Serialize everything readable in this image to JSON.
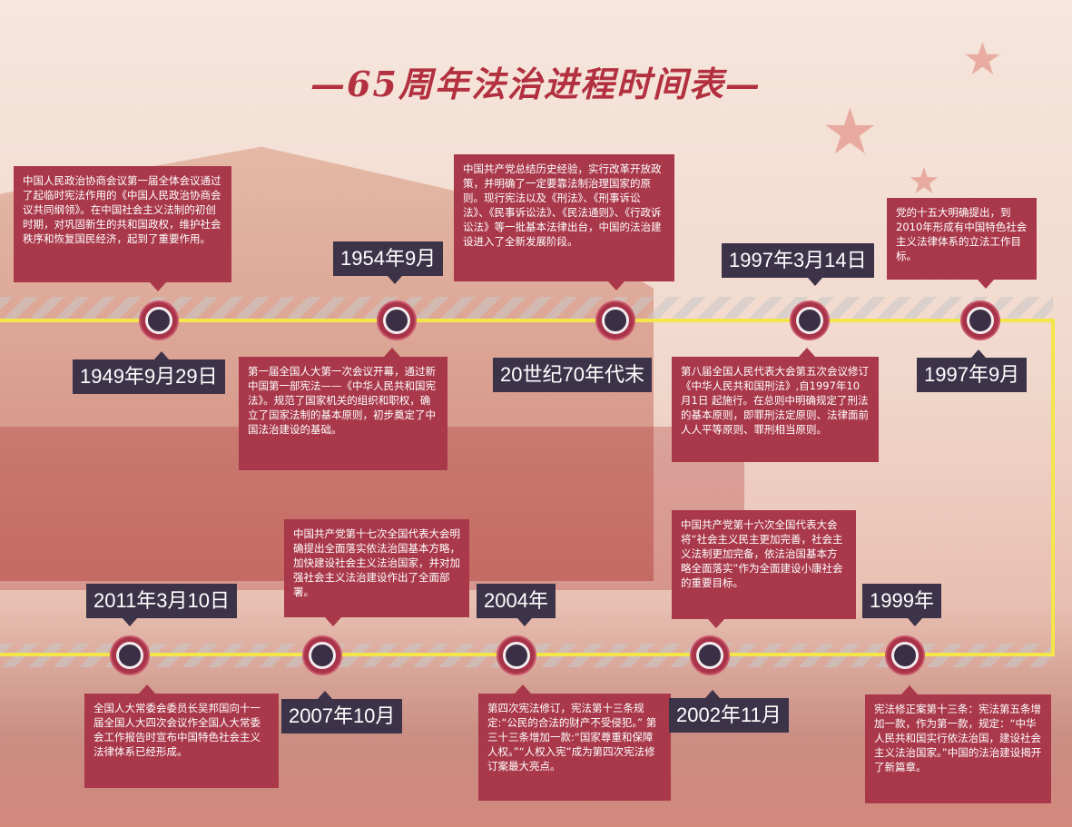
{
  "title": "—65周年法治进程时间表—",
  "colors": {
    "title": "#b2303f",
    "box": "#a9384a",
    "date": "#3c3349",
    "track": "#f4e64a"
  },
  "events": [
    {
      "date": "1949年9月29日",
      "text": "中国人民政治协商会议第一届全体会议通过了起临时宪法作用的《中国人民政治协商会议共同纲领》。在中国社会主义法制的初创时期，对巩固新生的共和国政权，维护社会秩序和恢复国民经济，起到了重要作用。"
    },
    {
      "date": "1954年9月",
      "text": "第一届全国人大第一次会议开幕，通过新中国第一部宪法——《中华人民共和国宪法》。规范了国家机关的组织和职权，确立了国家法制的基本原则，初步奠定了中国法治建设的基础。"
    },
    {
      "date": "20世纪70年代末",
      "text": "中国共产党总结历史经验，实行改革开放政策，并明确了一定要靠法制治理国家的原则。现行宪法以及《刑法》、《刑事诉讼法》、《民事诉讼法》、《民法通则》、《行政诉讼法》等一批基本法律出台，中国的法治建设进入了全新发展阶段。"
    },
    {
      "date": "1997年3月14日",
      "text": "第八届全国人民代表大会第五次会议修订《中华人民共和国刑法》,自1997年10月1日 起施行。在总则中明确规定了刑法的基本原则，即罪刑法定原则、法律面前人人平等原则、罪刑相当原则。"
    },
    {
      "date": "1997年9月",
      "text": "党的十五大明确提出，到2010年形成有中国特色社会主义法律体系的立法工作目标。"
    },
    {
      "date": "1999年",
      "text": "宪法修正案第十三条：宪法第五条增加一款，作为第一款，规定：“中华人民共和国实行依法治国，建设社会主义法治国家。”中国的法治建设揭开了新篇章。"
    },
    {
      "date": "2002年11月",
      "text": "中国共产党第十六次全国代表大会将“社会主义民主更加完善，社会主义法制更加完备，依法治国基本方略全面落实”作为全面建设小康社会的重要目标。"
    },
    {
      "date": "2004年",
      "text": "第四次宪法修订，宪法第十三条规定:“公民的合法的财产不受侵犯。” 第三十三条增加一款:“国家尊重和保障人权。”“人权入宪”成为第四次宪法修订案最大亮点。"
    },
    {
      "date": "2007年10月",
      "text": "中国共产党第十七次全国代表大会明确提出全面落实依法治国基本方略，加快建设社会主义法治国家，并对加强社会主义法治建设作出了全面部署。"
    },
    {
      "date": "2011年3月10日",
      "text": "全国人大常委会委员长吴邦国向十一届全国人大四次会议作全国人大常委会工作报告时宣布中国特色社会主义法律体系已经形成。"
    }
  ]
}
